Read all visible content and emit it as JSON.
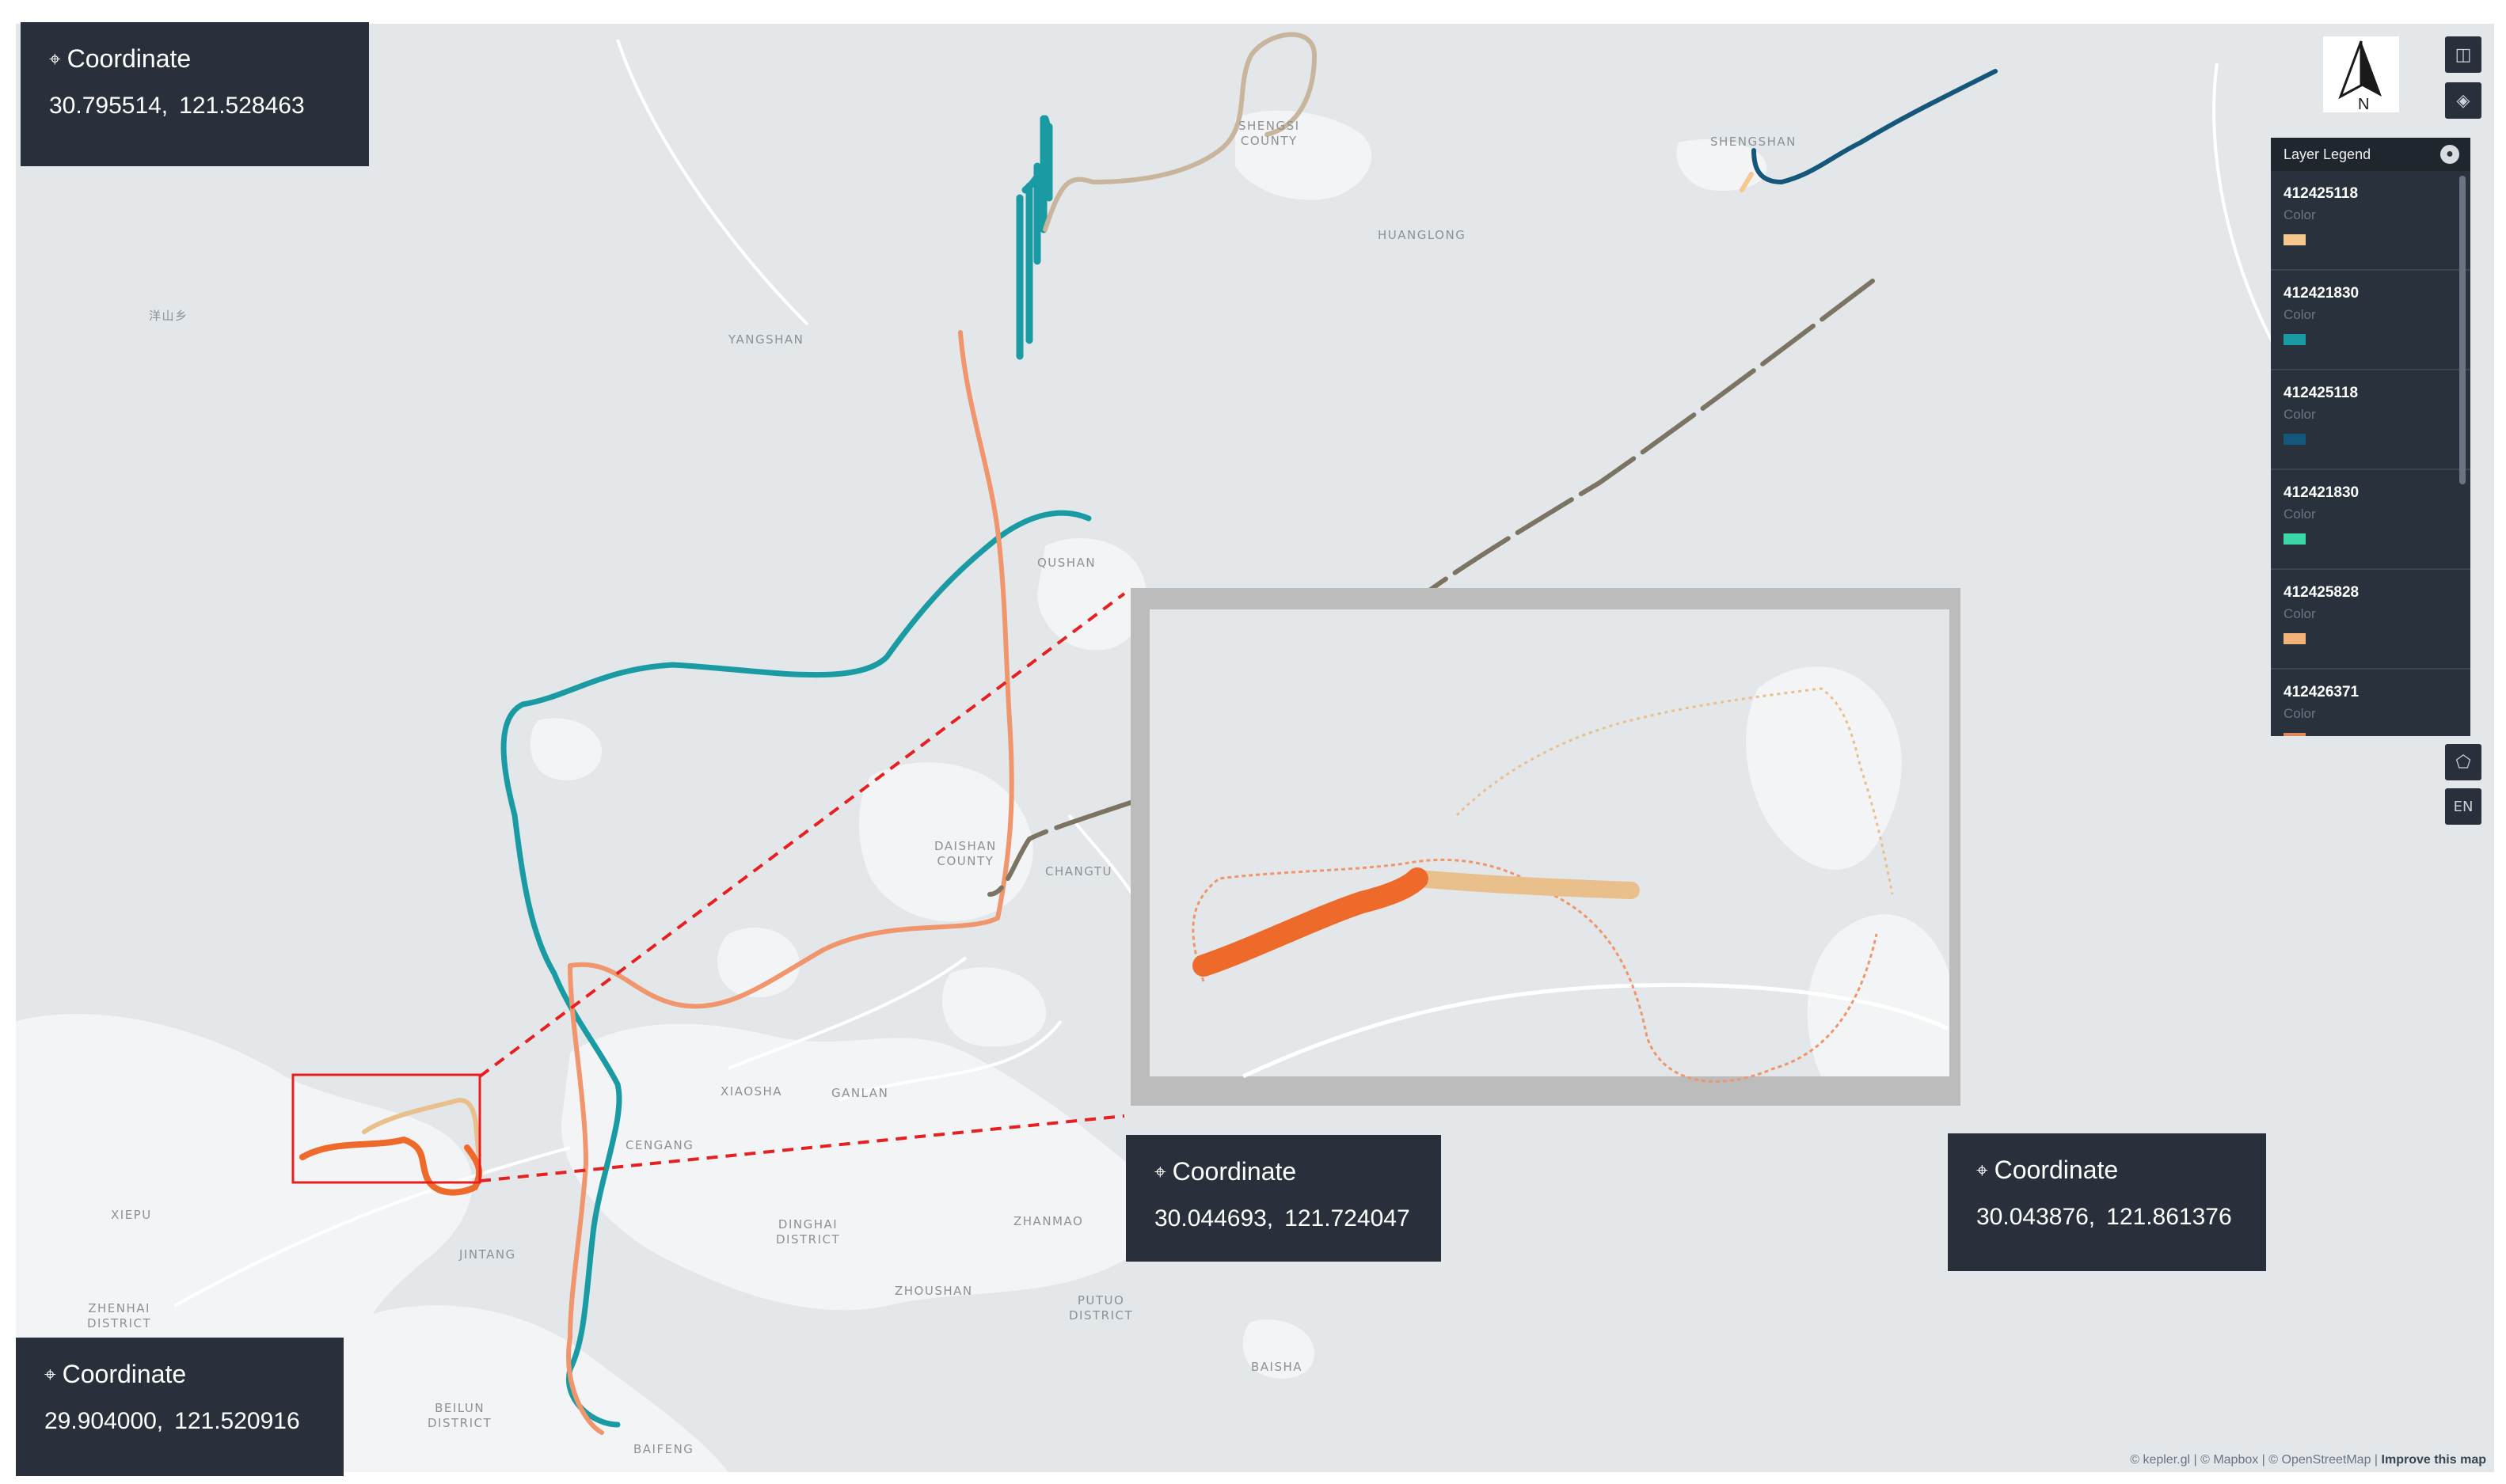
{
  "coordinates": {
    "top_left": {
      "title": "Coordinate",
      "lat": "30.795514,",
      "lon": "121.528463"
    },
    "bottom_left": {
      "title": "Coordinate",
      "lat": "29.904000,",
      "lon": "121.520916"
    },
    "middle": {
      "title": "Coordinate",
      "lat": "30.044693,",
      "lon": "121.724047"
    },
    "right": {
      "title": "Coordinate",
      "lat": "30.043876,",
      "lon": "121.861376"
    }
  },
  "legend": {
    "title": "Layer Legend",
    "items": [
      {
        "id": "412425118",
        "label": "Color",
        "color": "#f6c78e"
      },
      {
        "id": "412421830",
        "label": "Color",
        "color": "#1a9ba3"
      },
      {
        "id": "412425118",
        "label": "Color",
        "color": "#14577a"
      },
      {
        "id": "412421830",
        "label": "Color",
        "color": "#3dd6a6"
      },
      {
        "id": "412425828",
        "label": "Color",
        "color": "#f3b278"
      },
      {
        "id": "412426371",
        "label": "Color",
        "color": "#e0885a"
      }
    ]
  },
  "compass": {
    "label": "N"
  },
  "controls": {
    "lang": "EN"
  },
  "places": [
    {
      "name": "SHENGSI\nCOUNTY"
    },
    {
      "name": "SHENGSHAN"
    },
    {
      "name": "HUANGLONG"
    },
    {
      "name": "YANGSHAN"
    },
    {
      "name": "洋山乡"
    },
    {
      "name": "QUSHAN"
    },
    {
      "name": "DAISHAN\nCOUNTY"
    },
    {
      "name": "CHANGTU"
    },
    {
      "name": "XIAOSHA"
    },
    {
      "name": "GANLAN"
    },
    {
      "name": "CENGANG"
    },
    {
      "name": "DINGHAI\nDISTRICT"
    },
    {
      "name": "ZHANMAO"
    },
    {
      "name": "XIEPU"
    },
    {
      "name": "JINTANG"
    },
    {
      "name": "ZHOUSHAN"
    },
    {
      "name": "PUTUO\nDISTRICT"
    },
    {
      "name": "ZHENHAI\nDISTRICT"
    },
    {
      "name": "BAISHA"
    },
    {
      "name": "BEILUN\nDISTRICT"
    },
    {
      "name": "BAIFENG"
    }
  ],
  "attribution": {
    "text": "© kepler.gl | © Mapbox | © OpenStreetMap | ",
    "link": "Improve this map"
  },
  "colors": {
    "water": "#e3e7e9",
    "land": "#f2f3f4",
    "road": "#ffffff",
    "track_teal": "#1a9ba3",
    "track_salmon": "#f0956c",
    "track_tan": "#c8b59c",
    "track_olive": "#7c7463",
    "track_navy": "#14577a",
    "track_orange": "#ee6a2a",
    "track_peach": "#e9bf8c",
    "highlight": "#e62020",
    "panel": "#2a303b"
  }
}
